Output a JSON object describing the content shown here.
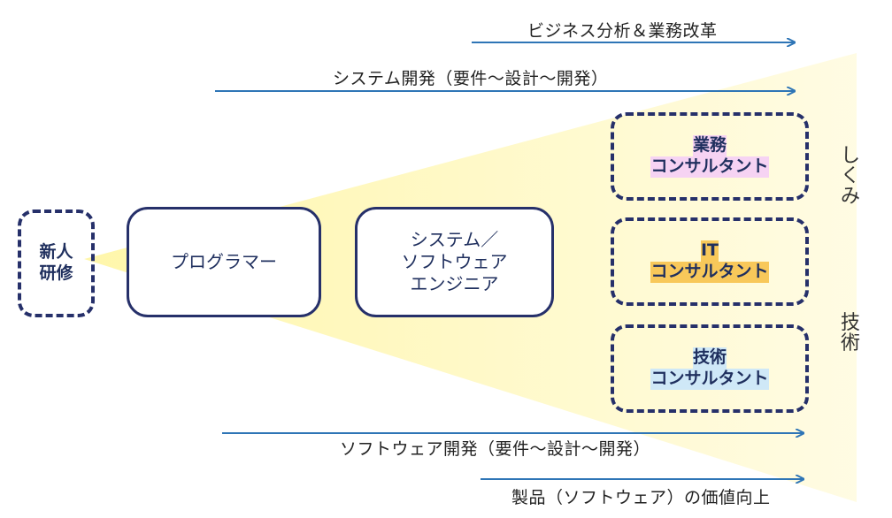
{
  "arrows": {
    "business": "ビジネス分析＆業務改革",
    "system_dev": "システム開発（要件～設計～開発）",
    "software_dev": "ソフトウェア開発（要件～設計～開発）",
    "product_value": "製品（ソフトウェア）の価値向上"
  },
  "boxes": {
    "training": {
      "line1": "新人",
      "line2": "研修"
    },
    "programmer": "プログラマー",
    "engineer": {
      "line1": "システム／",
      "line2": "ソフトウェア",
      "line3": "エンジニア"
    },
    "business_consultant": {
      "line1": "業務",
      "line2": "コンサルタント"
    },
    "it_consultant": {
      "line1": "IT",
      "line2": "コンサルタント"
    },
    "tech_consultant": {
      "line1": "技術",
      "line2": "コンサルタント"
    }
  },
  "side_labels": {
    "shikumi": [
      "し",
      "く",
      "み"
    ],
    "gijutsu": [
      "技",
      "術"
    ]
  },
  "colors": {
    "arrow": "#2e75b6",
    "border": "#26306a",
    "beam": "#fff7b8",
    "pink": "#f6d3f3",
    "orange": "#f8c85a",
    "blue": "#cfe8f7"
  }
}
